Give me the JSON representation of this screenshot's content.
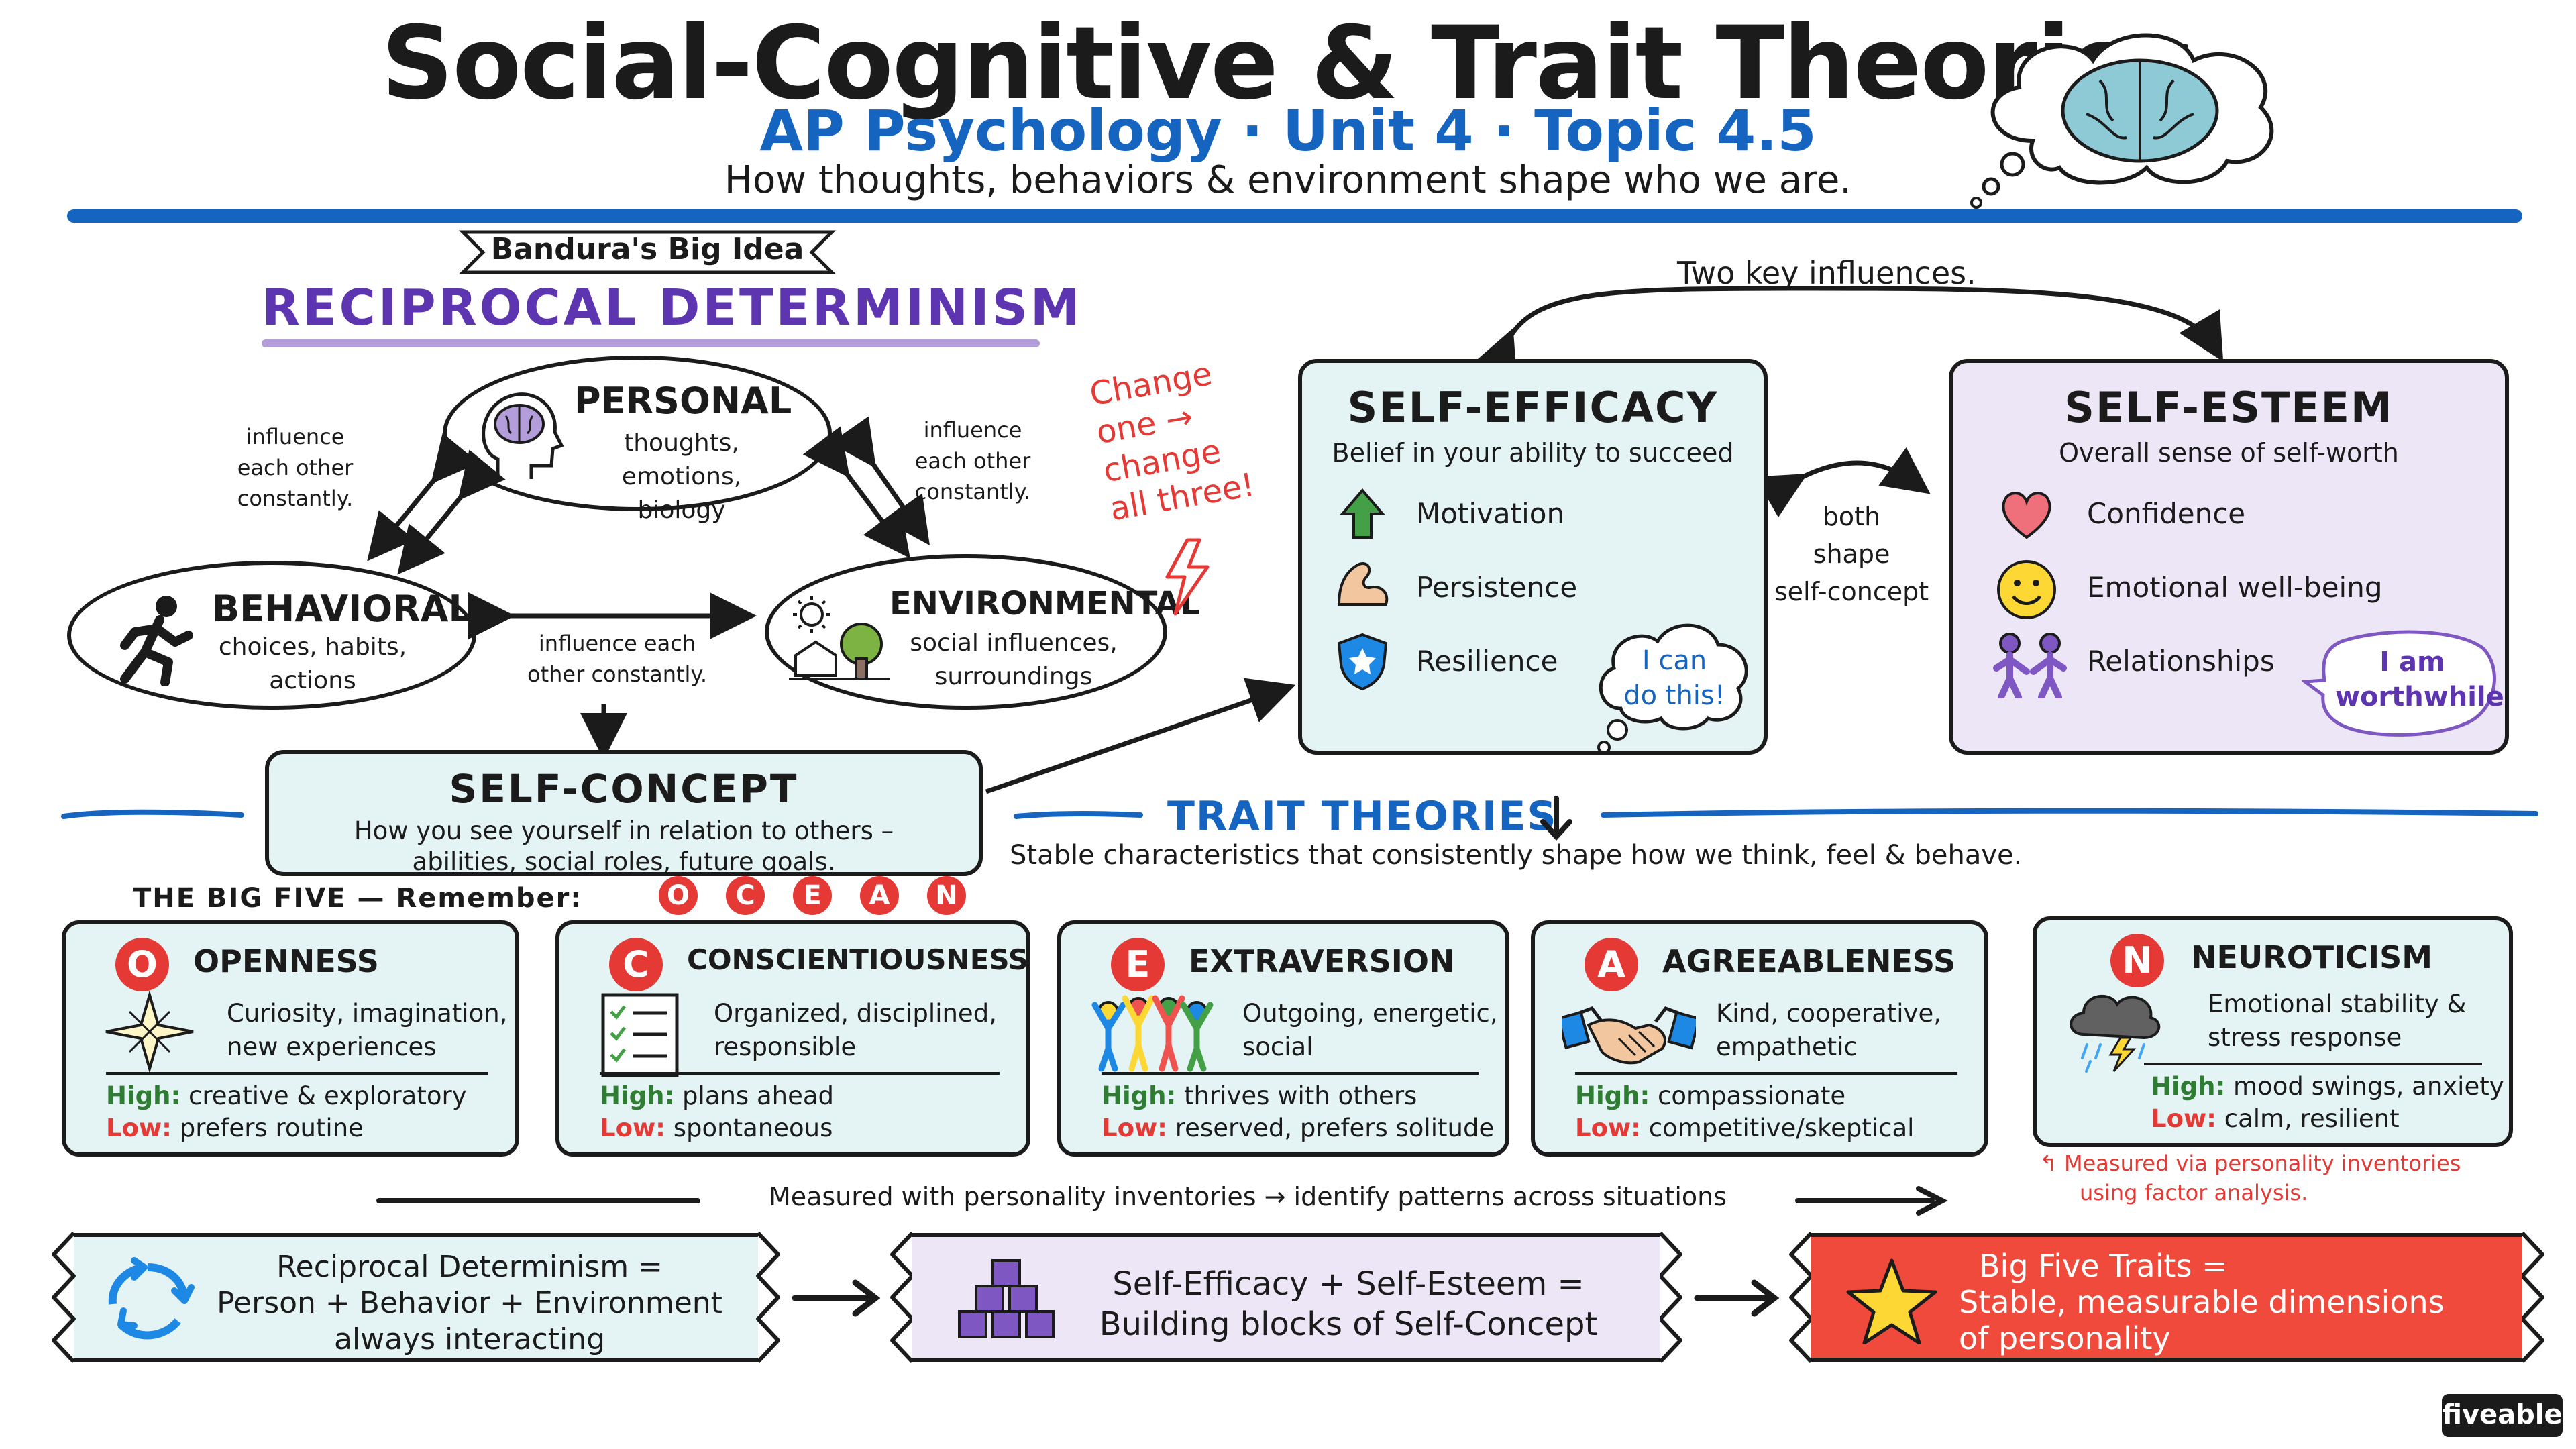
{
  "header": {
    "title": "Social-Cognitive & Trait Theories",
    "subtitle": "AP Psychology · Unit 4 · Topic 4.5",
    "tagline": "How thoughts, behaviors & environment shape who we are."
  },
  "reciprocal": {
    "ribbon": "Bandura's Big Idea",
    "heading": "RECIPROCAL DETERMINISM",
    "personal": {
      "title": "PERSONAL",
      "line1": "thoughts, emotions,",
      "line2": "biology"
    },
    "behavioral": {
      "title": "BEHAVIORAL",
      "line1": "choices, habits,",
      "line2": "actions"
    },
    "environmental": {
      "title": "ENVIRONMENTAL",
      "line1": "social influences,",
      "line2": "surroundings"
    },
    "note_left": [
      "influence",
      "each other",
      "constantly."
    ],
    "note_right": [
      "influence",
      "each other",
      "constantly."
    ],
    "note_bottom": [
      "influence each",
      "other constantly."
    ],
    "change_note": [
      "Change",
      "one →",
      "change",
      "all three!"
    ]
  },
  "self_concept": {
    "title": "SELF-CONCEPT",
    "line1": "How you see yourself in relation to others –",
    "line2": "abilities, social roles, future goals."
  },
  "influences_label": "Two key influences.",
  "self_efficacy": {
    "title": "SELF-EFFICACY",
    "subtitle": "Belief in your ability to succeed",
    "items": [
      "Motivation",
      "Persistence",
      "Resilience"
    ],
    "bubble": [
      "I can",
      "do this!"
    ]
  },
  "both_shape": [
    "both",
    "shape",
    "self-concept"
  ],
  "self_esteem": {
    "title": "SELF-ESTEEM",
    "subtitle": "Overall sense of self-worth",
    "items": [
      "Confidence",
      "Emotional well-being",
      "Relationships"
    ],
    "bubble": [
      "I am",
      "worthwhile"
    ]
  },
  "trait_theories": {
    "title": "TRAIT THEORIES",
    "desc": "Stable characteristics that consistently shape how we think, feel & behave."
  },
  "big_five": {
    "label": "THE BIG FIVE — Remember:",
    "ocean": [
      "O",
      "C",
      "E",
      "A",
      "N"
    ],
    "high_label": "High:",
    "low_label": "Low:",
    "traits": [
      {
        "letter": "O",
        "name": "OPENNESS",
        "desc1": "Curiosity, imagination,",
        "desc2": "new experiences",
        "high": "creative & exploratory",
        "low": "prefers routine"
      },
      {
        "letter": "C",
        "name": "CONSCIENTIOUSNESS",
        "desc1": "Organized, disciplined,",
        "desc2": "responsible",
        "high": "plans ahead",
        "low": "spontaneous"
      },
      {
        "letter": "E",
        "name": "EXTRAVERSION",
        "desc1": "Outgoing, energetic,",
        "desc2": "social",
        "high": "thrives with others",
        "low": "reserved, prefers solitude"
      },
      {
        "letter": "A",
        "name": "AGREEABLENESS",
        "desc1": "Kind, cooperative,",
        "desc2": "empathetic",
        "high": "compassionate",
        "low": "competitive/skeptical"
      },
      {
        "letter": "N",
        "name": "NEUROTICISM",
        "desc1": "Emotional stability &",
        "desc2": "stress response",
        "high": "mood swings, anxiety",
        "low": "calm, resilient"
      }
    ]
  },
  "measured_line": "Measured with personality inventories → identify patterns across situations",
  "measured_note": [
    "Measured via personality inventories",
    "using factor analysis."
  ],
  "summary": [
    {
      "line1": "Reciprocal Determinism =",
      "line2": "Person + Behavior + Environment",
      "line3": "always interacting"
    },
    {
      "line1": "Self-Efficacy + Self-Esteem =",
      "line2": "Building blocks of Self-Concept"
    },
    {
      "line1": "Big Five Traits =",
      "line2": "Stable, measurable dimensions",
      "line3": "of personality"
    }
  ],
  "brand": "fiveable",
  "colors": {
    "blue": "#1565c0",
    "red": "#e53935",
    "purple": "#5e35b1",
    "teal": "#e4f4f4",
    "lavender": "#ece6f7"
  }
}
